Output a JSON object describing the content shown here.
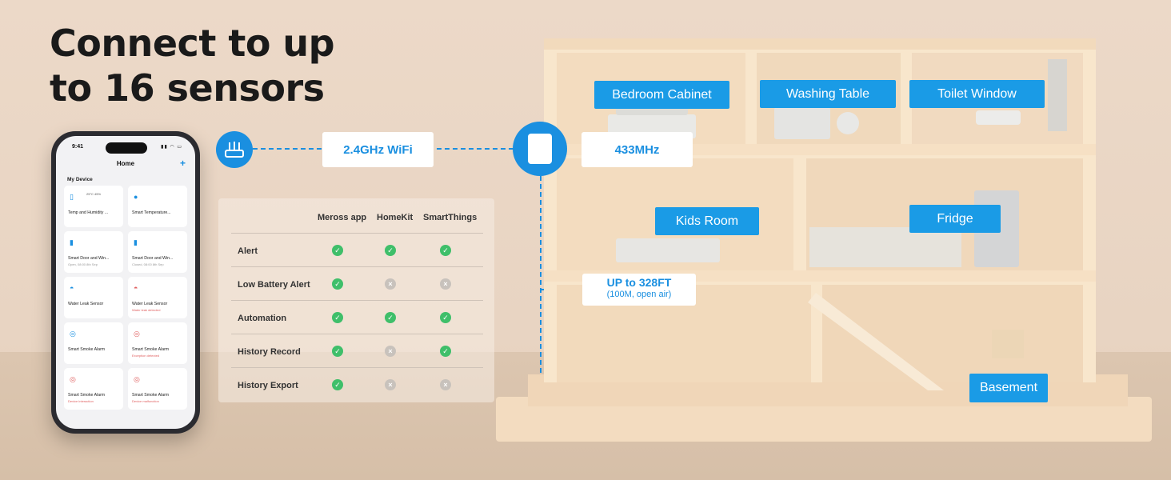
{
  "headline": "Connect to up to 16 sensors",
  "connections": {
    "wifi": "2.4GHz WiFi",
    "rf": "433MHz",
    "range_main": "UP to 328FT",
    "range_sub": "(100M, open air)"
  },
  "rooms": [
    "Bedroom Cabinet",
    "Washing Table",
    "Toilet Window",
    "Kids Room",
    "Fridge",
    "Basement"
  ],
  "table": {
    "columns": [
      "Meross app",
      "HomeKit",
      "SmartThings"
    ],
    "rows": [
      {
        "label": "Alert",
        "values": [
          true,
          true,
          true
        ]
      },
      {
        "label": "Low Battery Alert",
        "values": [
          true,
          false,
          false
        ]
      },
      {
        "label": "Automation",
        "values": [
          true,
          true,
          true
        ]
      },
      {
        "label": "History Record",
        "values": [
          true,
          false,
          true
        ]
      },
      {
        "label": "History Export",
        "values": [
          true,
          false,
          false
        ]
      }
    ]
  },
  "phone": {
    "time": "9:41",
    "title": "Home",
    "add": "+",
    "section": "My Device",
    "devices": [
      {
        "name": "Temp and Humidity ...",
        "sub": "",
        "extra": "25°C   45%",
        "alert": false,
        "icon": "thermometer-icon"
      },
      {
        "name": "Smart Temperature...",
        "sub": "",
        "extra": "",
        "alert": false,
        "icon": "temperature-icon"
      },
      {
        "name": "Smart Door and Win...",
        "sub": "Open, 08:00 8th Sep",
        "extra": "",
        "alert": false,
        "icon": "door-sensor-icon"
      },
      {
        "name": "Smart Door and Win...",
        "sub": "Closed, 08:00 8th Sep",
        "extra": "",
        "alert": false,
        "icon": "door-sensor-icon"
      },
      {
        "name": "Water Leak Sensor",
        "sub": "",
        "extra": "",
        "alert": false,
        "icon": "water-leak-icon"
      },
      {
        "name": "Water Leak Sensor",
        "sub": "Water leak detected",
        "extra": "",
        "alert": true,
        "icon": "water-leak-icon"
      },
      {
        "name": "Smart Smoke Alarm",
        "sub": "",
        "extra": "",
        "alert": false,
        "icon": "smoke-alarm-icon"
      },
      {
        "name": "Smart Smoke Alarm",
        "sub": "Exception detected",
        "extra": "",
        "alert": true,
        "icon": "smoke-alarm-icon"
      },
      {
        "name": "Smart Smoke Alarm",
        "sub": "Device interaction",
        "extra": "",
        "alert": true,
        "icon": "smoke-alarm-icon"
      },
      {
        "name": "Smart Smoke Alarm",
        "sub": "Device malfunction",
        "extra": "",
        "alert": true,
        "icon": "smoke-alarm-icon"
      }
    ]
  },
  "colors": {
    "accent": "#1a9be6",
    "check": "#3fbf6a",
    "cross": "#c8c2bc",
    "house": "#f6e3c8"
  }
}
